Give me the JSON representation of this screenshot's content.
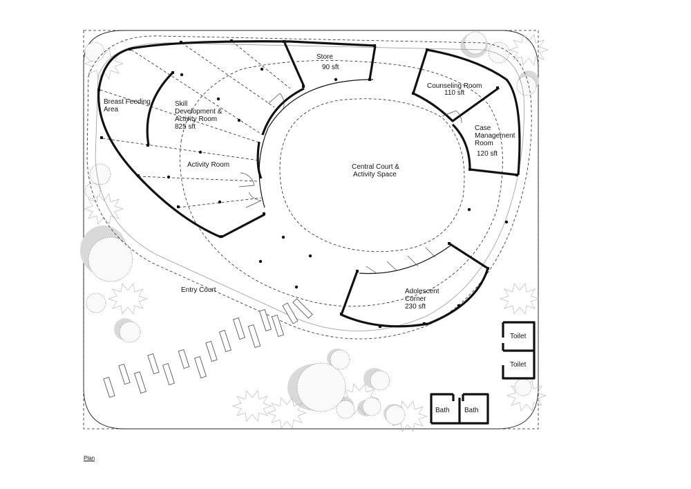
{
  "caption": "Plan",
  "rooms": {
    "store": {
      "name": "Store",
      "area": "90 sft"
    },
    "counseling": {
      "name": "Counseling Room",
      "area": "110 sft"
    },
    "case_management": {
      "line1": "Case",
      "line2": "Management",
      "line3": "Room",
      "area": "120 sft"
    },
    "breast_feeding": {
      "line1": "Breast Feeding",
      "line2": "Area"
    },
    "skill_development": {
      "line1": "Skill",
      "line2": "Development &",
      "line3": "Activity Room",
      "area": "825 sft"
    },
    "activity_room": {
      "name": "Activity Room"
    },
    "central_court": {
      "line1": "Central Court &",
      "line2": "Activity Space"
    },
    "entry_court": {
      "name": "Entry Court"
    },
    "adolescent_corner": {
      "line1": "Adolescent",
      "line2": "Corner",
      "area": "230 sft"
    },
    "toilet_1": {
      "name": "Toilet"
    },
    "toilet_2": {
      "name": "Toilet"
    },
    "bath_1": {
      "name": "Bath"
    },
    "bath_2": {
      "name": "Bath"
    }
  }
}
